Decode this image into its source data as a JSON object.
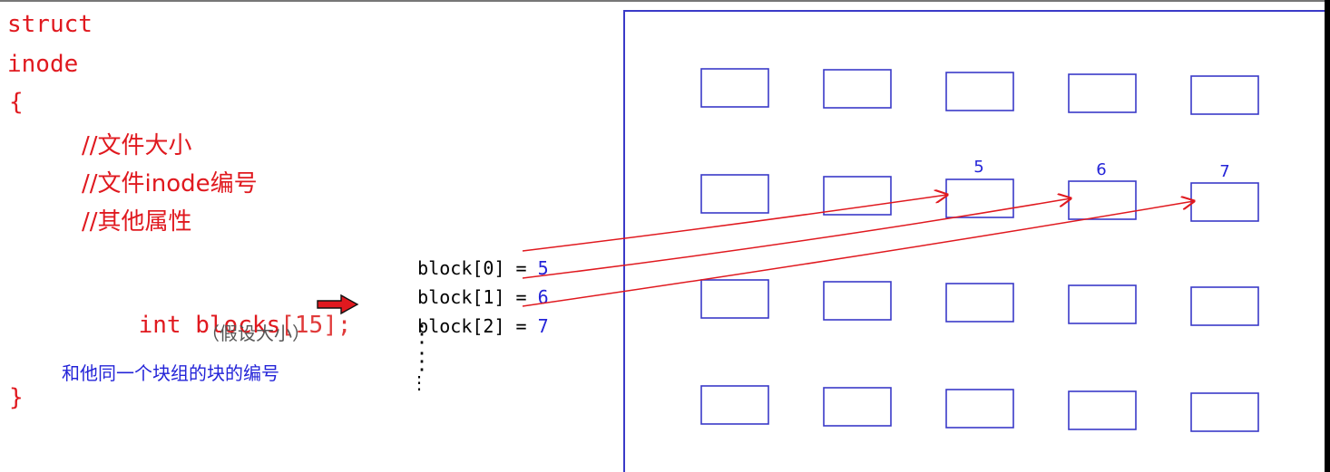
{
  "code": {
    "line_struct": "struct",
    "line_inode": "inode",
    "open_brace": "{",
    "comment_size": "//文件大小",
    "comment_inode": "//文件inode编号",
    "comment_attrs": "//其他属性",
    "decl_int": "int blocks",
    "decl_bracket": "[15];",
    "hint": "（假设大小）",
    "note": "和他同一个块组的块的编号",
    "close_brace": "}"
  },
  "block_list": [
    {
      "label": "block[0] = ",
      "value": "5"
    },
    {
      "label": "block[1] = ",
      "value": "6"
    },
    {
      "label": "block[2] = ",
      "value": "7"
    }
  ],
  "ellipsis": "⋮",
  "grid_labels": [
    "5",
    "6",
    "7"
  ],
  "colors": {
    "code_red": "#e0191f",
    "accent_blue": "#2424d8",
    "box_blue": "#3a3ac8",
    "arrow_red": "#e0191f"
  }
}
